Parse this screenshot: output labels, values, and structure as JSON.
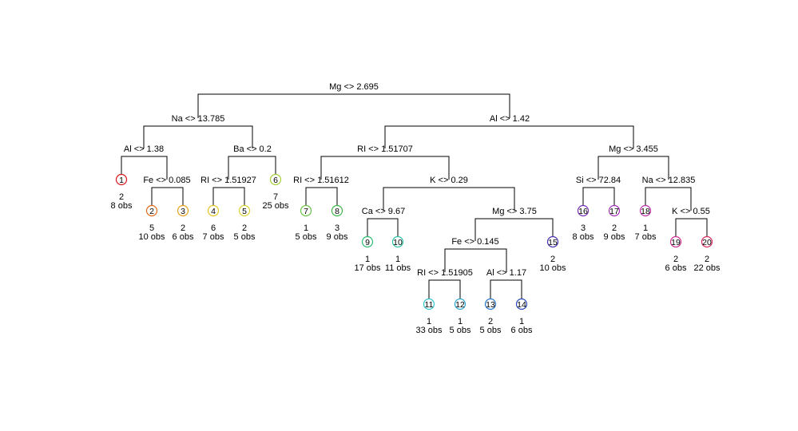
{
  "splits": [
    {
      "id": "root",
      "label": "Mg <> 2.695",
      "left": "s_na13785",
      "right": "s_al142"
    },
    {
      "id": "s_na13785",
      "label": "Na <> 13.785",
      "left": "s_al138",
      "right": "s_ba02"
    },
    {
      "id": "s_al138",
      "label": "Al <> 1.38",
      "left": "L1",
      "right": "s_fe0085"
    },
    {
      "id": "s_fe0085",
      "label": "Fe <> 0.085",
      "left": "L2",
      "right": "L3"
    },
    {
      "id": "s_ba02",
      "label": "Ba <> 0.2",
      "left": "s_ri151927",
      "right": "L6"
    },
    {
      "id": "s_ri151927",
      "label": "RI <> 1.51927",
      "left": "L4",
      "right": "L5"
    },
    {
      "id": "s_al142",
      "label": "Al <> 1.42",
      "left": "s_ri151707",
      "right": "s_mg3455"
    },
    {
      "id": "s_ri151707",
      "label": "RI <> 1.51707",
      "left": "s_ri151612",
      "right": "s_k029"
    },
    {
      "id": "s_ri151612",
      "label": "RI <> 1.51612",
      "left": "L7",
      "right": "L8"
    },
    {
      "id": "s_k029",
      "label": "K <> 0.29",
      "left": "s_ca967",
      "right": "s_mg375"
    },
    {
      "id": "s_ca967",
      "label": "Ca <> 9.67",
      "left": "L9",
      "right": "L10"
    },
    {
      "id": "s_mg375",
      "label": "Mg <> 3.75",
      "left": "s_fe0145",
      "right": "L15"
    },
    {
      "id": "s_fe0145",
      "label": "Fe <> 0.145",
      "left": "s_ri151905",
      "right": "s_al117"
    },
    {
      "id": "s_ri151905",
      "label": "RI <> 1.51905",
      "left": "L11",
      "right": "L12"
    },
    {
      "id": "s_al117",
      "label": "Al <> 1.17",
      "left": "L13",
      "right": "L14"
    },
    {
      "id": "s_mg3455",
      "label": "Mg <> 3.455",
      "left": "s_si7284",
      "right": "s_na12835"
    },
    {
      "id": "s_si7284",
      "label": "Si <> 72.84",
      "left": "L16",
      "right": "L17"
    },
    {
      "id": "s_na12835",
      "label": "Na <> 12.835",
      "left": "L18",
      "right": "s_k055"
    },
    {
      "id": "s_k055",
      "label": "K <> 0.55",
      "left": "L19",
      "right": "L20"
    }
  ],
  "leaves": [
    {
      "id": "L1",
      "number": "1",
      "class": "2",
      "obs": "8 obs",
      "color": "#d7191c"
    },
    {
      "id": "L2",
      "number": "2",
      "class": "5",
      "obs": "10 obs",
      "color": "#e26b1f"
    },
    {
      "id": "L3",
      "number": "3",
      "class": "2",
      "obs": "6 obs",
      "color": "#e8a024"
    },
    {
      "id": "L4",
      "number": "4",
      "class": "6",
      "obs": "7 obs",
      "color": "#e3c52a"
    },
    {
      "id": "L5",
      "number": "5",
      "class": "2",
      "obs": "5 obs",
      "color": "#d9d231"
    },
    {
      "id": "L6",
      "number": "6",
      "class": "7",
      "obs": "25 obs",
      "color": "#a6cf3a"
    },
    {
      "id": "L7",
      "number": "7",
      "class": "1",
      "obs": "5 obs",
      "color": "#66c244"
    },
    {
      "id": "L8",
      "number": "8",
      "class": "3",
      "obs": "9 obs",
      "color": "#3fb84a"
    },
    {
      "id": "L9",
      "number": "9",
      "class": "1",
      "obs": "17 obs",
      "color": "#2fbb73"
    },
    {
      "id": "L10",
      "number": "10",
      "class": "1",
      "obs": "11 obs",
      "color": "#2ec3a3"
    },
    {
      "id": "L11",
      "number": "11",
      "class": "1",
      "obs": "33 obs",
      "color": "#32c6cf"
    },
    {
      "id": "L12",
      "number": "12",
      "class": "1",
      "obs": "5 obs",
      "color": "#2fa8d6"
    },
    {
      "id": "L13",
      "number": "13",
      "class": "2",
      "obs": "5 obs",
      "color": "#2b77c9"
    },
    {
      "id": "L14",
      "number": "14",
      "class": "1",
      "obs": "6 obs",
      "color": "#2a48b8"
    },
    {
      "id": "L15",
      "number": "15",
      "class": "2",
      "obs": "10 obs",
      "color": "#4a2fb0"
    },
    {
      "id": "L16",
      "number": "16",
      "class": "3",
      "obs": "8 obs",
      "color": "#7a2fb6"
    },
    {
      "id": "L17",
      "number": "17",
      "class": "2",
      "obs": "9 obs",
      "color": "#a12fb8"
    },
    {
      "id": "L18",
      "number": "18",
      "class": "1",
      "obs": "7 obs",
      "color": "#c02fae"
    },
    {
      "id": "L19",
      "number": "19",
      "class": "2",
      "obs": "6 obs",
      "color": "#cf2f8e"
    },
    {
      "id": "L20",
      "number": "20",
      "class": "2",
      "obs": "22 obs",
      "color": "#d92a5f"
    }
  ]
}
